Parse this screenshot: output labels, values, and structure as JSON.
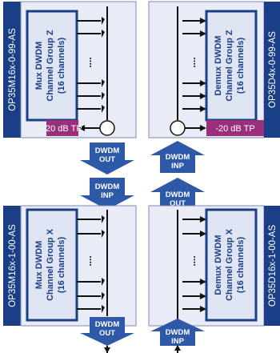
{
  "modules": {
    "top_left_id": "OP35M16x-0-99-AS",
    "top_right_id": "OP35D4x-0-99-AS",
    "bottom_left_id": "OP35M16x-1-00-AS",
    "bottom_right_id": "OP35D16x-1-00-AS"
  },
  "blocks": {
    "top_left": [
      "Mux DWDM",
      "Channel Group Z",
      "(16 channels)"
    ],
    "top_right": [
      "Demux DWDM",
      "Channel Group Z",
      "(16 channels)"
    ],
    "bottom_left": [
      "Mux DWDM",
      "Channel Group X",
      "(16 channels)"
    ],
    "bottom_right": [
      "Demux DWDM",
      "Channel Group X",
      "(16 channels)"
    ]
  },
  "test_points": {
    "left": "-20 dB TP",
    "right": "-20 dB TP"
  },
  "ports": {
    "dwdm": "DWDM",
    "out": "OUT",
    "inp": "INP"
  },
  "ellipsis": "....",
  "colors": {
    "module_strip": "#1b3f86",
    "panel": "#e9ecf6",
    "panel_border": "#7a88b8",
    "arrow": "#2e58a8",
    "test_point": "#9a2f7c",
    "lines": "#111111"
  }
}
